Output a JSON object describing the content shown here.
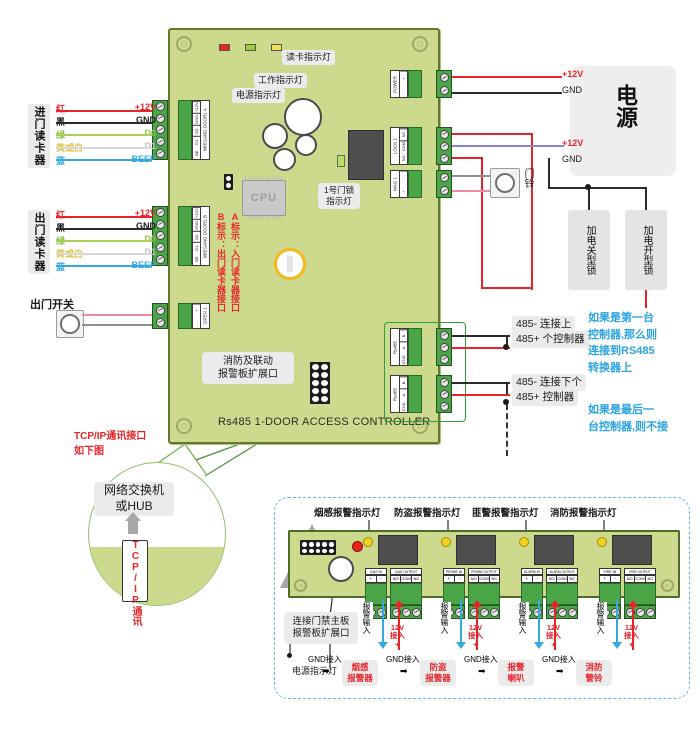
{
  "board": {
    "title": "Rs485 1-DOOR ACCESS CONTROLLER",
    "cpu_label": "CPU",
    "color": "#cdd98c",
    "leds": {
      "power": "电源指示灯",
      "work": "工作指示灯",
      "reader": "读卡指示灯",
      "lock1": "1号门锁\n指示灯"
    },
    "port_notes": {
      "a": "A标示：入门读卡器接口",
      "b": "B标示：出门读卡器接口",
      "expansion": "消防及联动\n报警板扩展口"
    },
    "terminals": {
      "wiegand_a": {
        "name": "WIEGAND DOOR1 A",
        "pins": [
          "+12V",
          "GND",
          "D0",
          "D1",
          "BE"
        ]
      },
      "wiegand_b": {
        "name": "WIEGAND DOOR1 B",
        "pins": [
          "+12V",
          "GND",
          "D0",
          "D1",
          "BE"
        ]
      },
      "open1": {
        "name": "OPEN 1",
        "pins": [
          "+",
          "-"
        ]
      },
      "power": {
        "name": "POWER",
        "pins": [
          "+",
          "-"
        ]
      },
      "lock1": {
        "name": "LOCK 1",
        "pins": [
          "NC",
          "COM",
          "NO"
        ]
      },
      "mag1": {
        "name": "MAG 1",
        "pins": [
          "-",
          "+"
        ]
      },
      "rs485_up": {
        "name": "Rs485",
        "pins": [
          "B",
          "A",
          "GND"
        ]
      },
      "rs485_dn": {
        "name": "Rs485",
        "pins": [
          "B",
          "A",
          "GND"
        ]
      }
    }
  },
  "readers": {
    "entry": {
      "title": "进门读卡器",
      "wires": [
        {
          "color_cn": "红",
          "signal": "+12V",
          "color": "#e8242a",
          "sig_color": "#e8242a"
        },
        {
          "color_cn": "黑",
          "signal": "GND",
          "color": "#1a1a1a",
          "sig_color": "#1a1a1a"
        },
        {
          "color_cn": "绿",
          "signal": "D0",
          "color": "#8bc34a",
          "sig_color": "#8bc34a"
        },
        {
          "color_cn": "黄或白",
          "signal": "D1",
          "color": "#e0c341",
          "sig_color": "#b9b9b9"
        },
        {
          "color_cn": "蓝",
          "signal": "BEEP",
          "color": "#35a8e0",
          "sig_color": "#35a8e0"
        }
      ]
    },
    "exit": {
      "title": "出门读卡器",
      "wires": [
        {
          "color_cn": "红",
          "signal": "+12V",
          "color": "#e8242a",
          "sig_color": "#e8242a"
        },
        {
          "color_cn": "黑",
          "signal": "GND",
          "color": "#1a1a1a",
          "sig_color": "#1a1a1a"
        },
        {
          "color_cn": "绿",
          "signal": "D0",
          "color": "#8bc34a",
          "sig_color": "#8bc34a"
        },
        {
          "color_cn": "黄或白",
          "signal": "D1",
          "color": "#e0c341",
          "sig_color": "#b9b9b9"
        },
        {
          "color_cn": "蓝",
          "signal": "BEEP",
          "color": "#35a8e0",
          "sig_color": "#35a8e0"
        }
      ]
    }
  },
  "exit_switch": {
    "label": "出门开关"
  },
  "doorbell": {
    "label": "门铃"
  },
  "power_supply": {
    "title": "电源",
    "top_pins": [
      {
        "label": "+12V",
        "color": "#e8242a"
      },
      {
        "label": "GND",
        "color": "#1a1a1a"
      }
    ],
    "bottom_pins": [
      {
        "label": "+12V",
        "color": "#e8242a"
      },
      {
        "label": "GND",
        "color": "#1a1a1a"
      }
    ]
  },
  "locks": [
    {
      "label": "加电关型锁"
    },
    {
      "label": "加电开型锁"
    }
  ],
  "rs485": {
    "up": {
      "minus": "485-  连接上",
      "plus": "485+  个控制器"
    },
    "down": {
      "minus": "485-  连接下个",
      "plus": "485+  控制器"
    },
    "note_first": "如果是第一台\n控制器,那么则\n连接到RS485\n转换器上",
    "note_last": "如果是最后一\n台控制器,则不接"
  },
  "tcpip": {
    "note": "TCP/IP通讯接口\n如下图",
    "hub": "网络交换机\n或HUB",
    "port_label": "TCP/IP通讯"
  },
  "alarm_panel": {
    "expansion_note": "连接门禁主板\n报警板扩展口",
    "power_led_label": "电源指示灯",
    "channels": [
      {
        "led_label": "烟感报警指示灯",
        "in_name": "GAS IN",
        "in_pins": [
          "+",
          "-"
        ],
        "out_name": "GAS OUTPUT",
        "out_pins": [
          "NO",
          "COM",
          "NC"
        ],
        "alarm_in": "报警输入",
        "v12": "12V\n接入",
        "gnd": "GND接入",
        "device": "烟感\n报警器"
      },
      {
        "led_label": "防盗报警指示灯",
        "in_name": "PROBE IN",
        "in_pins": [
          "+",
          "-"
        ],
        "out_name": "PROBE OUTPUT",
        "out_pins": [
          "NO",
          "COM",
          "NC"
        ],
        "alarm_in": "报警输入",
        "v12": "12V\n接入",
        "gnd": "GND接入",
        "device": "防盗\n报警器"
      },
      {
        "led_label": "匪警报警指示灯",
        "in_name": "ALARM IN",
        "in_pins": [
          "+",
          "-"
        ],
        "out_name": "ALARM OUTPUT",
        "out_pins": [
          "NO",
          "COM",
          "NC"
        ],
        "alarm_in": "报警输入",
        "v12": "12V\n接入",
        "gnd": "GND接入",
        "device": "报警\n喇叭"
      },
      {
        "led_label": "消防报警指示灯",
        "in_name": "FIRE IN",
        "in_pins": [
          "+",
          "-"
        ],
        "out_name": "FIRE OUTPUT",
        "out_pins": [
          "NO",
          "COM",
          "NC"
        ],
        "alarm_in": "报警输入",
        "v12": "12V\n接入",
        "gnd": "GND接入",
        "device": "消防\n警铃"
      }
    ]
  }
}
